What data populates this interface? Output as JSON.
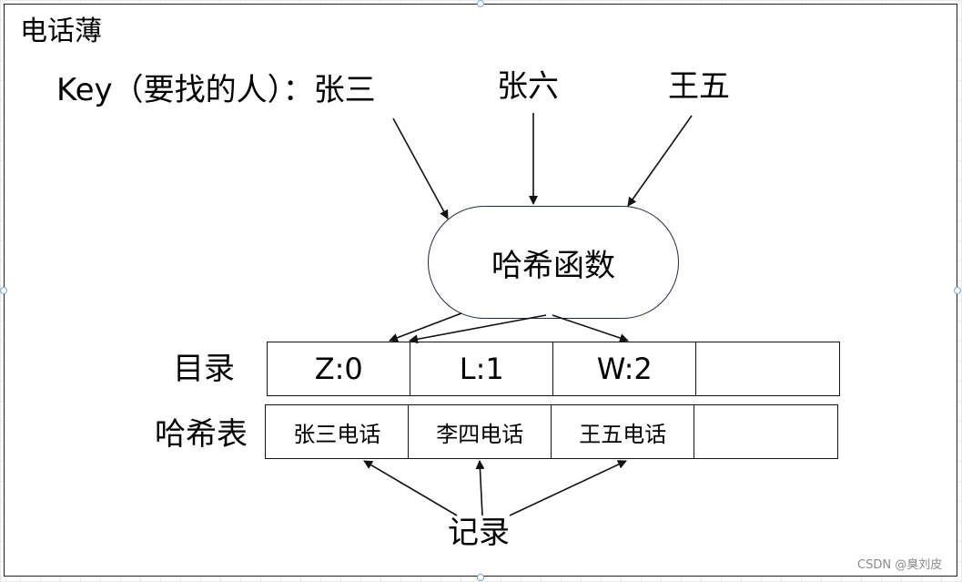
{
  "diagram": {
    "title": "电话薄",
    "key_label": "Key（要找的人）：张三",
    "keys_extra": [
      "张六",
      "王五"
    ],
    "hash_function": "哈希函数",
    "directory": {
      "label": "目录",
      "cells": [
        "Z:0",
        "L:1",
        "W:2",
        ""
      ]
    },
    "hash_table": {
      "label": "哈希表",
      "cells": [
        "张三电话",
        "李四电话",
        "王五电话",
        ""
      ]
    },
    "records_label": "记录"
  },
  "watermark": "CSDN @臭刘皮"
}
